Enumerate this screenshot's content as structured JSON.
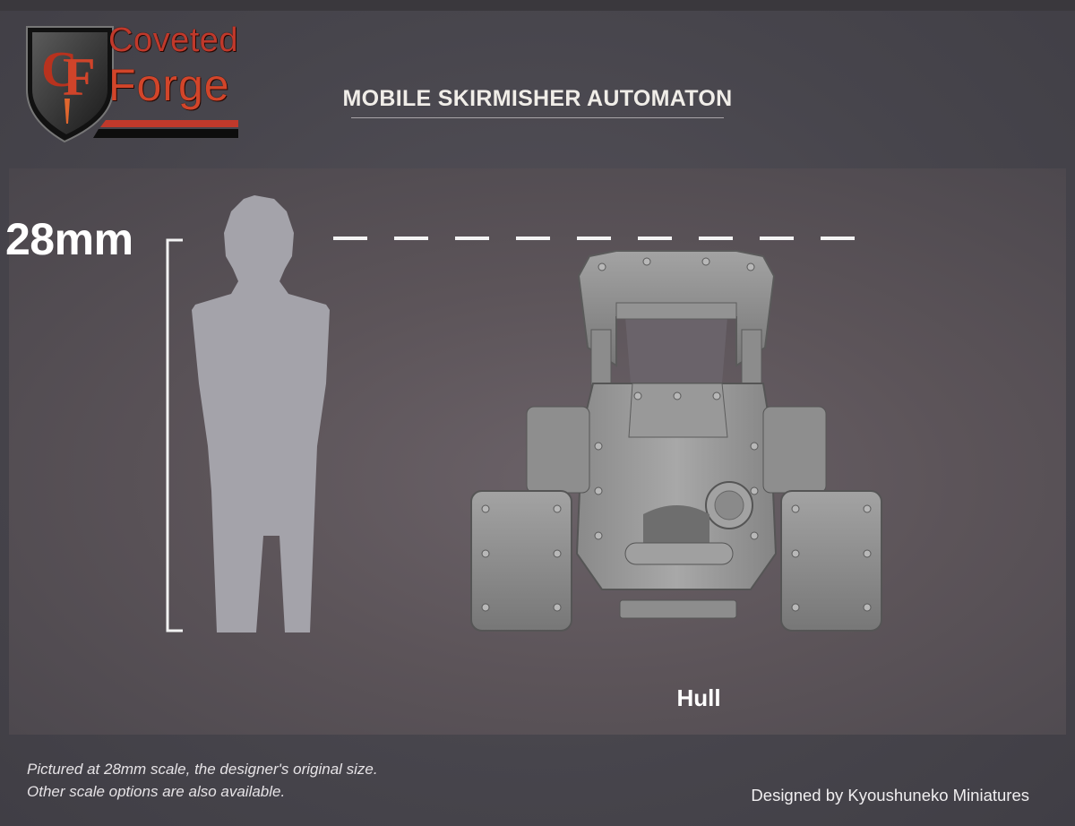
{
  "brand": {
    "monogram": "CF",
    "name_line1": "Coveted",
    "name_line2": "Forge"
  },
  "title": "MOBILE SKIRMISHER AUTOMATON",
  "scale": {
    "label": "28mm"
  },
  "figure": {
    "reference": "human-silhouette-icon",
    "model": "automaton-hull-icon",
    "part_label": "Hull"
  },
  "footer": {
    "note_line1": "Pictured at 28mm scale, the designer's original size.",
    "note_line2": "Other scale options are also available.",
    "credit": "Designed by Kyoushuneko Miniatures"
  },
  "colors": {
    "brand_red": "#c0392b",
    "background": "#45434a",
    "silhouette": "#a4a3aa",
    "model_grey": "#8f8f8f"
  }
}
